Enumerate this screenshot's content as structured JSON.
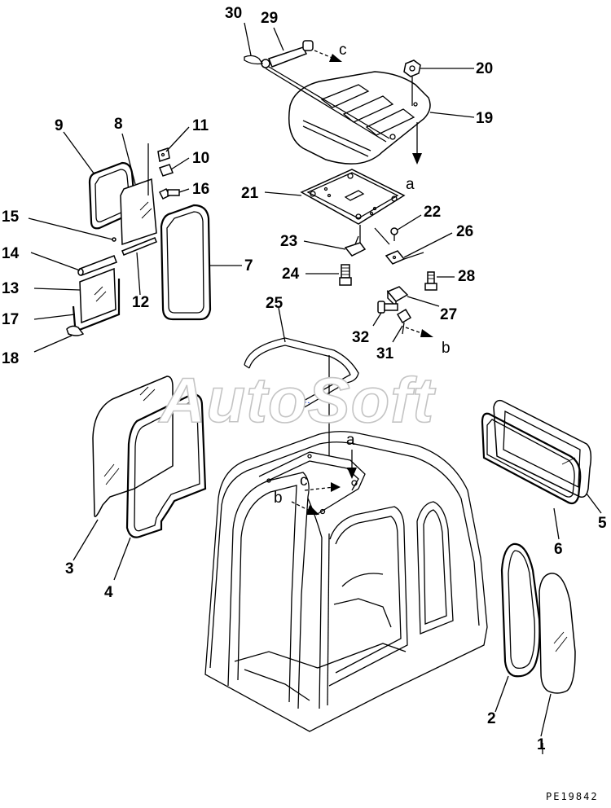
{
  "watermark": "AutoSoft",
  "drawing_code": "PE19842",
  "parts": [
    {
      "no": "1"
    },
    {
      "no": "2"
    },
    {
      "no": "3"
    },
    {
      "no": "4"
    },
    {
      "no": "5"
    },
    {
      "no": "6"
    },
    {
      "no": "7"
    },
    {
      "no": "8"
    },
    {
      "no": "9"
    },
    {
      "no": "10"
    },
    {
      "no": "11"
    },
    {
      "no": "12"
    },
    {
      "no": "13"
    },
    {
      "no": "14"
    },
    {
      "no": "15"
    },
    {
      "no": "16"
    },
    {
      "no": "17"
    },
    {
      "no": "18"
    },
    {
      "no": "19"
    },
    {
      "no": "20"
    },
    {
      "no": "21"
    },
    {
      "no": "22"
    },
    {
      "no": "23"
    },
    {
      "no": "24"
    },
    {
      "no": "25"
    },
    {
      "no": "26"
    },
    {
      "no": "27"
    },
    {
      "no": "28"
    },
    {
      "no": "29"
    },
    {
      "no": "30"
    },
    {
      "no": "31"
    },
    {
      "no": "32"
    }
  ],
  "references": [
    {
      "letter": "a"
    },
    {
      "letter": "b"
    },
    {
      "letter": "c"
    },
    {
      "letter": "a"
    },
    {
      "letter": "b"
    },
    {
      "letter": "c"
    }
  ]
}
